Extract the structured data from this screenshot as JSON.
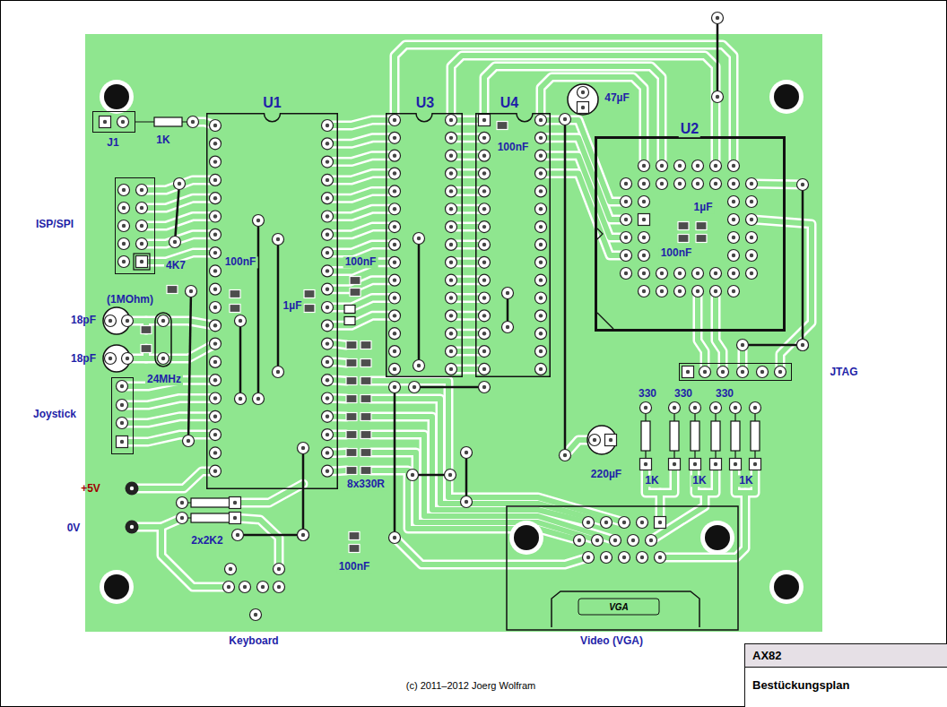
{
  "diagram": {
    "caption": "(c) 2011–2012 Joerg Wolfram",
    "nodes": [
      {
        "text": [
          "J1"
        ]
      },
      {
        "text": [
          "U1"
        ]
      },
      {
        "text": [
          "U3"
        ]
      },
      {
        "text": [
          "U4"
        ]
      },
      {
        "text": [
          "U2"
        ]
      },
      {
        "text": [
          "ISP/SPI"
        ]
      },
      {
        "text": [
          "JTAG"
        ]
      },
      {
        "text": [
          "Joystick"
        ]
      },
      {
        "text": [
          "AX82",
          "Bestückungsplan"
        ]
      }
    ],
    "labels": [
      "47µF",
      "1K",
      "100nF",
      "1µF",
      "100nF",
      "4K7",
      "100nF",
      "100nF",
      "1µF",
      "(1MOhm)",
      "18pF",
      "18pF",
      "24MHz",
      "330",
      "330",
      "330",
      "220µF",
      "8x330R",
      "1K",
      "1K",
      "1K",
      "+5V",
      "0V",
      "2x2K2",
      "100nF",
      "VGA",
      "Keyboard",
      "Video (VGA)"
    ]
  }
}
